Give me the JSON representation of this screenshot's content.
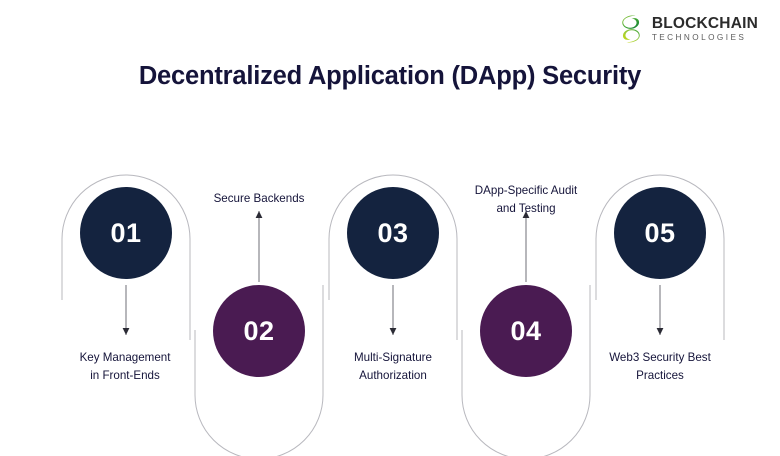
{
  "brand": {
    "name": "BLOCKCHAIN",
    "tagline": "TECHNOLOGIES",
    "mark_icon": "blockchain-spiral-logo-icon",
    "mark_color_light": "#8CC63F",
    "mark_color_dark": "#0B8A3C",
    "mark_color_accent": "#C8D400"
  },
  "header": {
    "title": "Decentralized Application (DApp) Security"
  },
  "theme": {
    "background": "#FFFFFF",
    "navy": "#14233F",
    "purple": "#4A1B52",
    "outline": "#B8B8BE",
    "text": "#15143A",
    "arrow": "#6F6F77"
  },
  "chart_data": {
    "type": "diagram",
    "title": "Decentralized Application (DApp) Security",
    "layout": "alternating-vertical-capsules",
    "steps": [
      {
        "number": "01",
        "label": "Key Management in Front-Ends",
        "label_line1": "Key Management",
        "label_line2": "in Front-Ends",
        "color": "#14233F",
        "color_name": "navy",
        "position": "top",
        "arrow_direction": "down"
      },
      {
        "number": "02",
        "label": "Secure Backends",
        "label_line1": "Secure Backends",
        "label_line2": "",
        "color": "#4A1B52",
        "color_name": "purple",
        "position": "bottom",
        "arrow_direction": "up"
      },
      {
        "number": "03",
        "label": "Multi-Signature Authorization",
        "label_line1": "Multi-Signature",
        "label_line2": "Authorization",
        "color": "#14233F",
        "color_name": "navy",
        "position": "top",
        "arrow_direction": "down"
      },
      {
        "number": "04",
        "label": "DApp-Specific Audit and Testing",
        "label_line1": "DApp-Specific Audit",
        "label_line2": "and Testing",
        "color": "#4A1B52",
        "color_name": "purple",
        "position": "bottom",
        "arrow_direction": "up"
      },
      {
        "number": "05",
        "label": "Web3 Security Best Practices",
        "label_line1": "Web3 Security Best",
        "label_line2": "Practices",
        "color": "#14233F",
        "color_name": "navy",
        "position": "top",
        "arrow_direction": "down"
      }
    ]
  }
}
